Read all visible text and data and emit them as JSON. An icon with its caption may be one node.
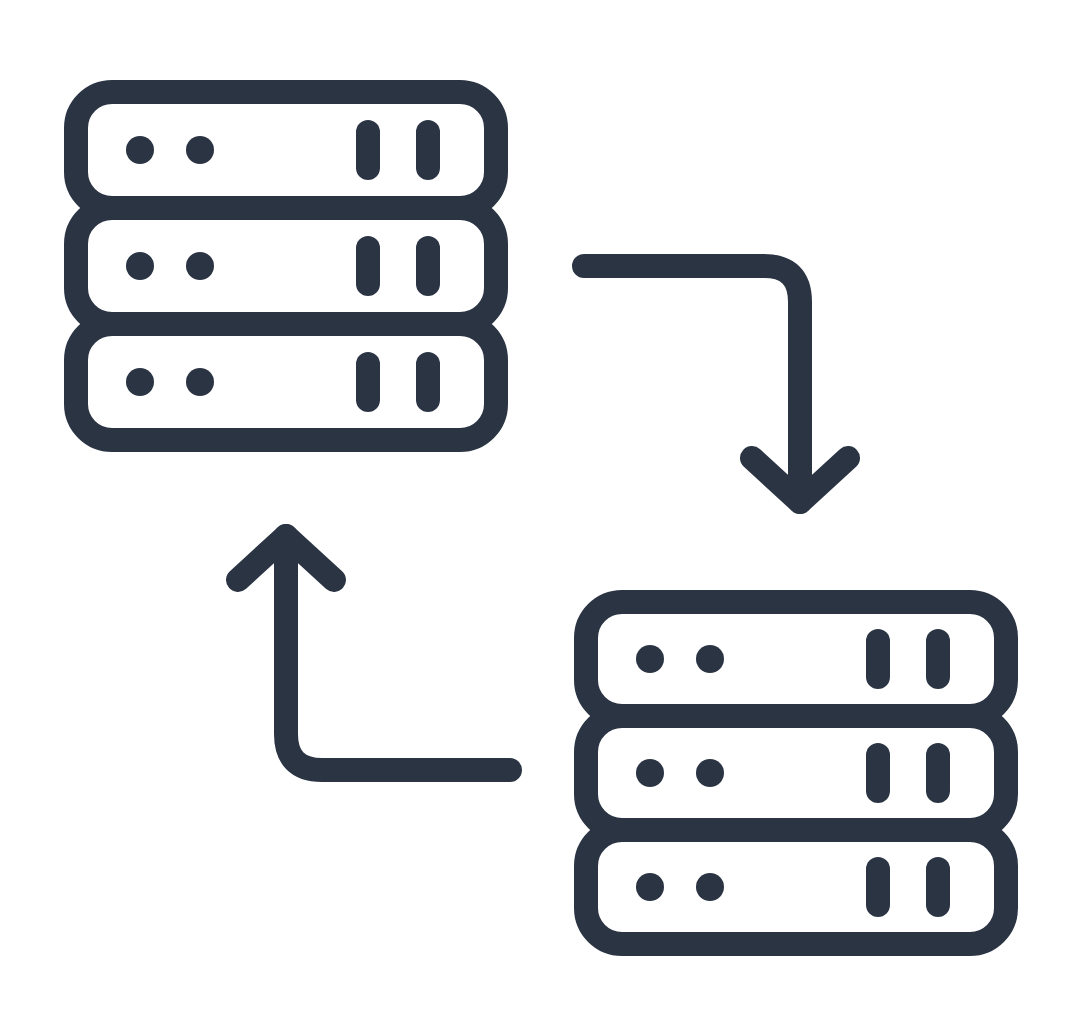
{
  "diagram": {
    "nodes": [
      {
        "text": [],
        "shape": "server"
      },
      {
        "text": [],
        "shape": "server"
      }
    ],
    "edges": [
      {
        "from": 0,
        "to": 1,
        "arrow": "to"
      },
      {
        "from": 1,
        "to": 0,
        "arrow": "to"
      }
    ]
  }
}
